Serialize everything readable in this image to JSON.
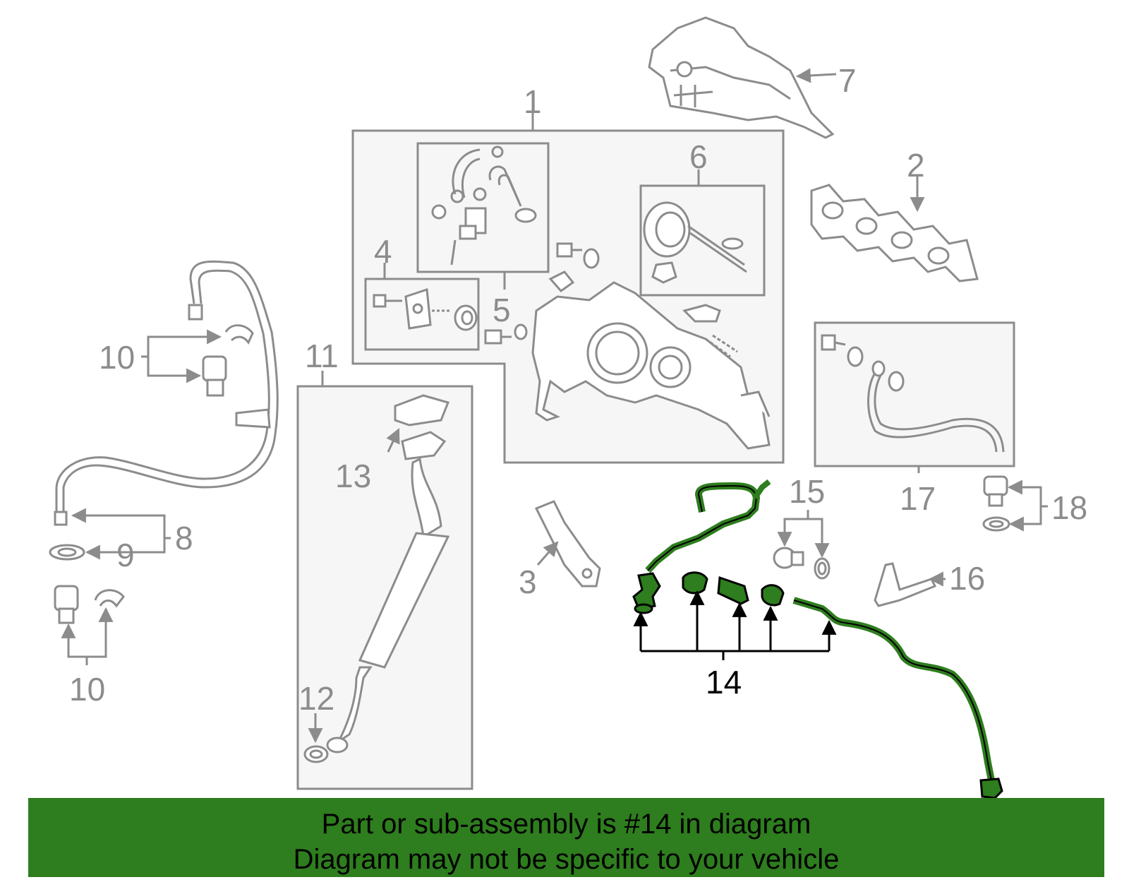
{
  "callouts": {
    "c1": "1",
    "c2": "2",
    "c3": "3",
    "c4": "4",
    "c5": "5",
    "c6": "6",
    "c7": "7",
    "c8": "8",
    "c9": "9",
    "c10a": "10",
    "c10b": "10",
    "c11": "11",
    "c12": "12",
    "c13": "13",
    "c14": "14",
    "c15": "15",
    "c16": "16",
    "c17": "17",
    "c18": "18"
  },
  "banner": {
    "line1": "Part or sub-assembly is #14 in diagram",
    "line2": "Diagram may not be specific to your vehicle"
  },
  "colors": {
    "part_gray": "#8c8c8c",
    "box_fill": "#f6f6f6",
    "highlight": "#2e7d1e",
    "banner_bg": "#2e7d1e",
    "text_black": "#000000"
  }
}
